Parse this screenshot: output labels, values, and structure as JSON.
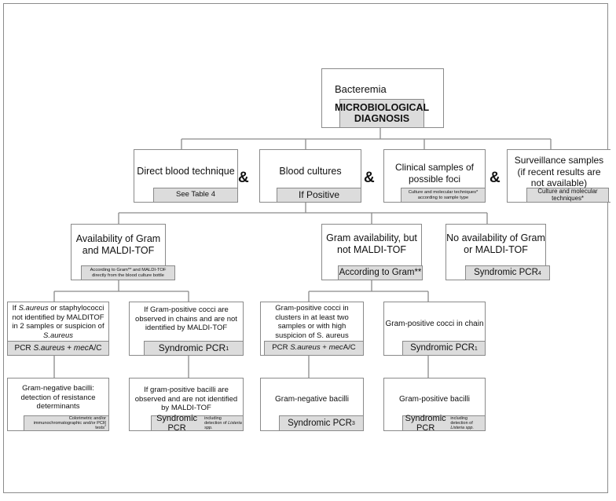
{
  "root": {
    "title": "Bacteremia",
    "diagnosis": "MICROBIOLOGICAL DIAGNOSIS"
  },
  "level1": {
    "direct": {
      "title": "Direct blood technique",
      "tag": "See Table 4"
    },
    "cultures": {
      "title": "Blood cultures",
      "tag": "If Positive"
    },
    "clinical": {
      "title": "Clinical samples of possible foci",
      "tag_line1": "Culture and molecular techniques*",
      "tag_line2": "according to sample type"
    },
    "surveillance": {
      "title": "Surveillance samples (if recent results are not available)",
      "tag": "Culture and molecular techniques*"
    },
    "amp": "&"
  },
  "level2": {
    "gram_maldi": {
      "title": "Availability of Gram and MALDI-TOF",
      "tag_line1": "According to Gram** and MALDI-TOF",
      "tag_line2": "directly from the blood culture bottle"
    },
    "gram_only": {
      "title": "Gram availability, but not MALDI-TOF",
      "tag": "According to Gram**"
    },
    "none": {
      "title": "No availability of Gram or MALDI-TOF",
      "tag": "Syndromic PCR",
      "tag_sup": "4"
    }
  },
  "level3": {
    "saureus": {
      "t1": "If ",
      "t_em": "S.aureus",
      "t2": " or staphylococci not identified by MALDITOF in 2 samples or suspicion of ",
      "t_em2": "S.aureus",
      "tag_pre": "PCR ",
      "tag_em": "S.aureus",
      "tag_mid": " + ",
      "tag_em2": "mec",
      "tag_post": "A/C"
    },
    "chains": {
      "title": "If Gram-positive cocci are observed in chains and are not identified by MALDI-TOF",
      "tag": "Syndromic PCR",
      "tag_sup": "1"
    },
    "clusters": {
      "title": "Gram-positive cocci in clusters in at least two samples or with high suspicion of S. aureus",
      "tag_pre": "PCR ",
      "tag_em": "S.aureus",
      "tag_mid": " + ",
      "tag_em2": "mec",
      "tag_post": "A/C"
    },
    "chain2": {
      "title": "Gram-positive cocci in chain",
      "tag": "Syndromic PCR",
      "tag_sup": "1"
    }
  },
  "level4": {
    "gneg": {
      "title": "Gram-negative bacilli: detection of resistance determinants",
      "tag_line1": "Colorimetric and/or",
      "tag_line2": "immunochromatographic and/or PCR",
      "tag_line3": "tests",
      "tag_sup": "2"
    },
    "gpos_bac": {
      "title": "If gram-positive bacilli are observed and are not identified by MALDI-TOF",
      "tag_main": "Syndromic PCR",
      "tag_small1": "including",
      "tag_small2": "detection of ",
      "tag_em": "Listeria spp."
    },
    "gneg2": {
      "title": "Gram-negative bacilli",
      "tag": "Syndromic PCR",
      "tag_sup": "3"
    },
    "gpos_bac2": {
      "title": "Gram-positive bacilli",
      "tag_main": "Syndromic PCR",
      "tag_small1": "including",
      "tag_small2": "detection of ",
      "tag_em": "Listeria spp."
    }
  }
}
